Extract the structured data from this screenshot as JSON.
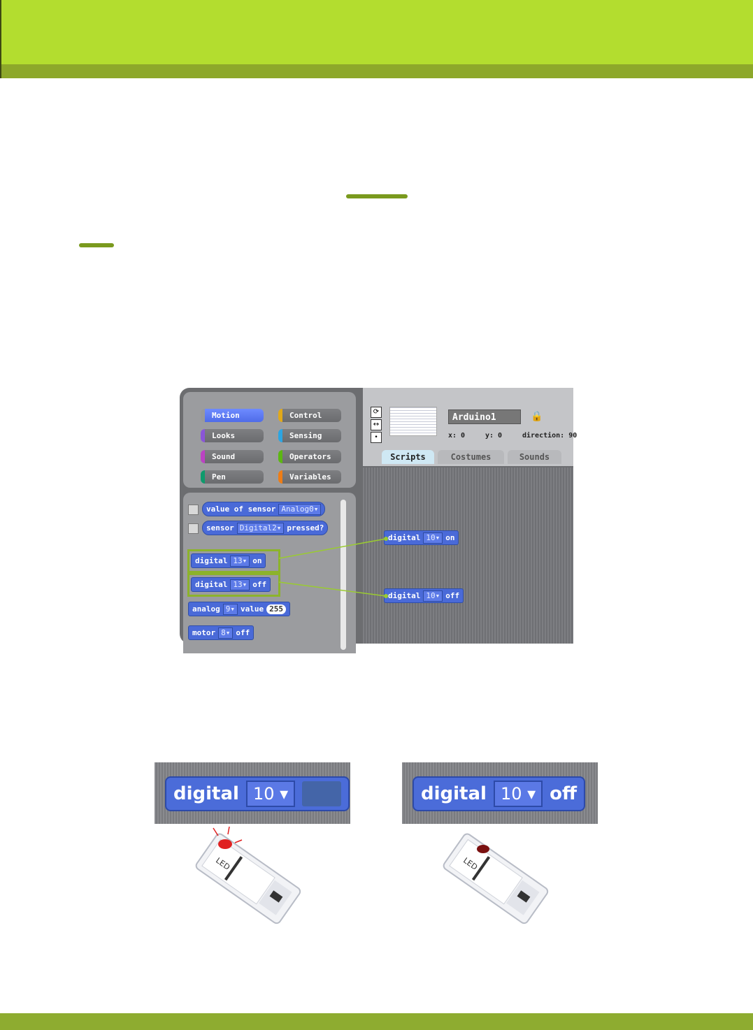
{
  "colors": {
    "header": "#b3dd2f",
    "band": "#8da82a",
    "footer": "#8eac30",
    "block_blue": "#4a6ad8",
    "highlight": "#8cb32b"
  },
  "categories": [
    {
      "label": "Motion",
      "color": "#5468ff",
      "selected": true
    },
    {
      "label": "Looks",
      "color": "#8a55d7"
    },
    {
      "label": "Sound",
      "color": "#bb42c3"
    },
    {
      "label": "Pen",
      "color": "#0e9a6c"
    },
    {
      "label": "Control",
      "color": "#e1a91a"
    },
    {
      "label": "Sensing",
      "color": "#2ca5e2"
    },
    {
      "label": "Operators",
      "color": "#5cb712"
    },
    {
      "label": "Variables",
      "color": "#ee7d16"
    }
  ],
  "sprite": {
    "name": "Arduino1",
    "x_label": "x: 0",
    "y_label": "y: 0",
    "direction_label": "direction: 90"
  },
  "tabs": [
    "Scripts",
    "Costumes",
    "Sounds"
  ],
  "palette": {
    "value_of_sensor": {
      "text": "value of sensor",
      "option": "Analog0"
    },
    "sensor_pressed": {
      "pre": "sensor",
      "option": "Digital2",
      "post": "pressed?"
    },
    "digital_on": {
      "pre": "digital",
      "option": "13",
      "post": "on"
    },
    "digital_off": {
      "pre": "digital",
      "option": "13",
      "post": "off"
    },
    "analog": {
      "pre": "analog",
      "option": "9",
      "mid": "value",
      "value": "255"
    },
    "motor": {
      "pre": "motor",
      "option": "8",
      "post": "off"
    }
  },
  "scripts": {
    "on_block": {
      "pre": "digital",
      "option": "10",
      "post": "on"
    },
    "off_block": {
      "pre": "digital",
      "option": "10",
      "post": "off"
    }
  },
  "bottom": {
    "left": {
      "pre": "digital",
      "option": "10",
      "led_state": "on",
      "module_label": "LED"
    },
    "right": {
      "pre": "digital",
      "option": "10",
      "post": "off",
      "led_state": "off",
      "module_label": "LED"
    }
  }
}
